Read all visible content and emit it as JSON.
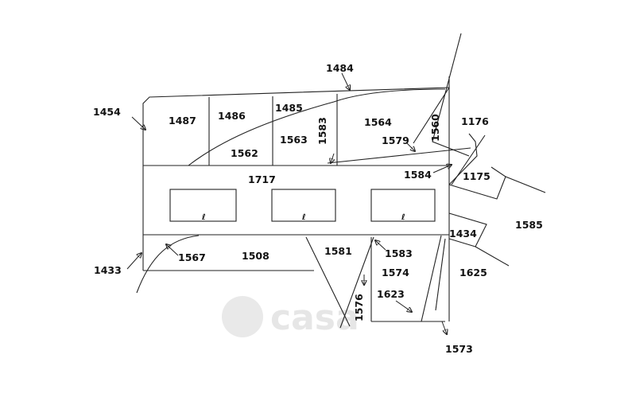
{
  "map": {
    "parcels": {
      "p1454": "1454",
      "p1487": "1487",
      "p1486": "1486",
      "p1485": "1485",
      "p1484": "1484",
      "p1564": "1564",
      "p1560": "1560",
      "p1176": "1176",
      "p1562": "1562",
      "p1563": "1563",
      "p1583a": "1583",
      "p1579": "1579",
      "p1584": "1584",
      "p1175": "1175",
      "p1717": "1717",
      "p1585": "1585",
      "p1434": "1434",
      "p1433": "1433",
      "p1567": "1567",
      "p1508": "1508",
      "p1581": "1581",
      "p1583b": "1583",
      "p1574": "1574",
      "p1625": "1625",
      "p1576": "1576",
      "p1623": "1623",
      "p1573": "1573"
    },
    "building_marks": [
      "ℓ",
      "ℓ",
      "ℓ"
    ],
    "watermark": "casa"
  }
}
